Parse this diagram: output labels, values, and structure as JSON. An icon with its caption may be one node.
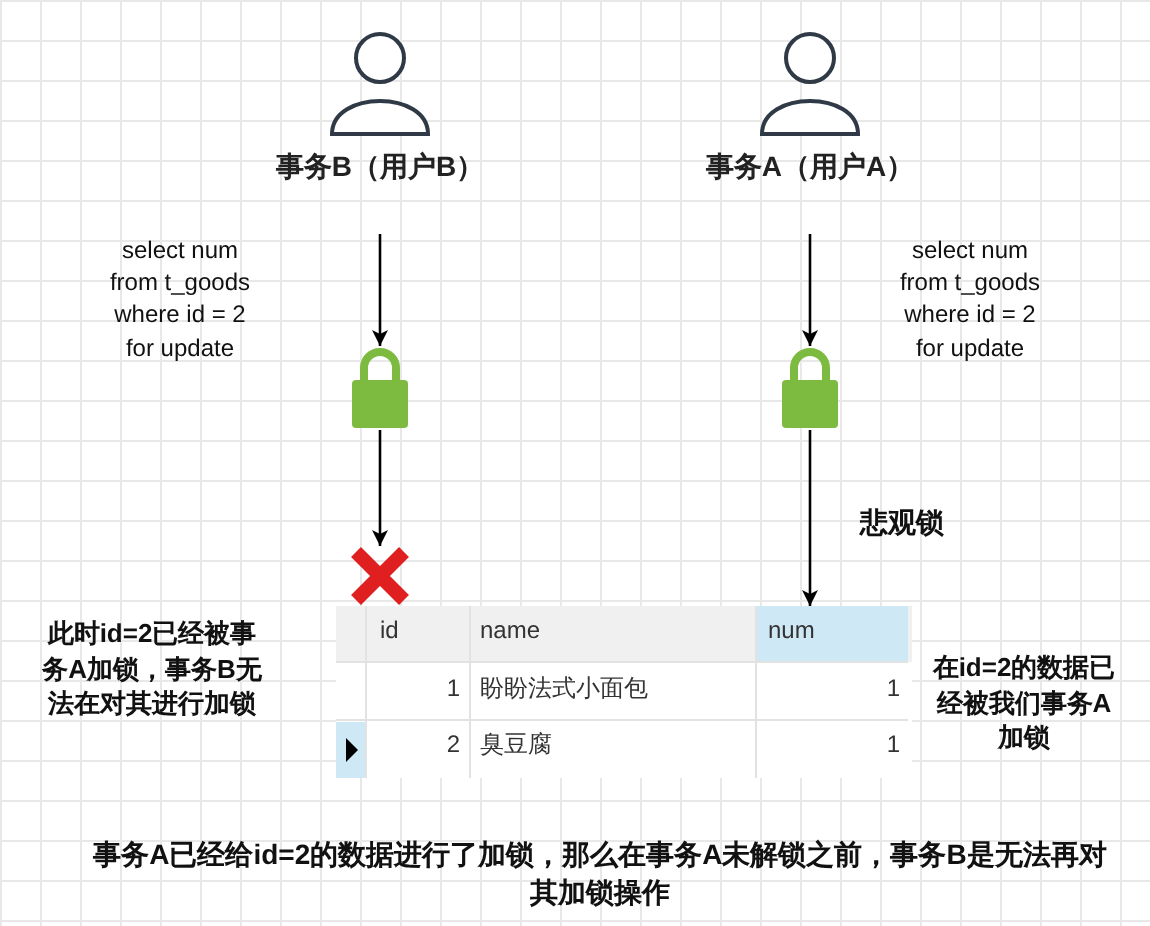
{
  "diagram": {
    "caption": "事务A已经给id=2的数据进行了加锁，那么在事务A未解锁之前，事务B是无法再对其加锁操作",
    "nodes": [
      {
        "text": [
          "事务B（用户B）"
        ]
      },
      {
        "text": [
          "事务A（用户A）"
        ]
      },
      {
        "text": [],
        "shape": "lock"
      },
      {
        "text": [],
        "shape": "lock"
      },
      {
        "text": [],
        "shape": "cross"
      },
      {
        "text": [],
        "shape": "table"
      }
    ],
    "edges": [
      {
        "from": 0,
        "to": 2,
        "arrow": "to"
      },
      {
        "from": 2,
        "to": 4,
        "arrow": "to"
      },
      {
        "from": 1,
        "to": 3,
        "arrow": "to"
      },
      {
        "from": 3,
        "to": 5,
        "arrow": "to"
      }
    ],
    "labels": [
      "select num from t_goods where id = 2 for update",
      "select num from t_goods where id = 2 for update",
      "悲观锁",
      "此时id=2已经被事务A加锁，事务B无法在对其进行加锁",
      "id",
      "name",
      "num",
      "1",
      "盼盼法式小面包",
      "1",
      "2",
      "臭豆腐",
      "1",
      "在id=2的数据已经被我们事务A加锁"
    ]
  }
}
